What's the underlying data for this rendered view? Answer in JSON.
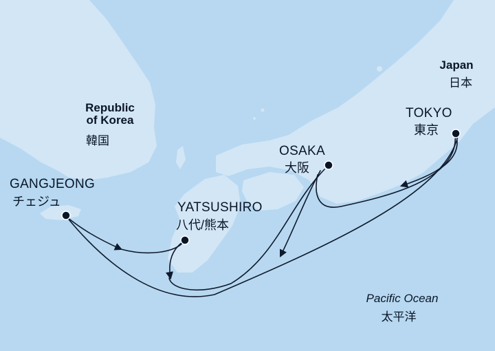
{
  "map": {
    "colors": {
      "sea": "#b7d8f0",
      "land": "#d2e6f6",
      "route": "#0f1a2e",
      "text": "#0a1628"
    }
  },
  "countries": {
    "korea": {
      "name_en_1": "Republic",
      "name_en_2": "of Korea",
      "name_ja": "韓国"
    },
    "japan": {
      "name_en": "Japan",
      "name_ja": "日本"
    }
  },
  "ocean": {
    "name_en": "Pacific Ocean",
    "name_ja": "太平洋"
  },
  "ports": {
    "tokyo": {
      "name": "TOKYO",
      "name_ja": "東京"
    },
    "osaka": {
      "name": "OSAKA",
      "name_ja": "大阪"
    },
    "yatsushiro": {
      "name": "YATSUSHIRO",
      "name_ja": "八代/熊本"
    },
    "gangjeong": {
      "name": "GANGJEONG",
      "name_ja": "チェジュ"
    }
  }
}
